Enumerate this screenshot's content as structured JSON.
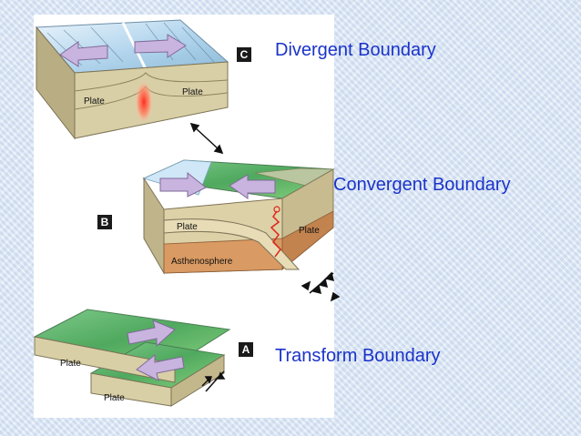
{
  "diagram": {
    "boundaries": {
      "divergent": {
        "tag": "C",
        "caption": "Divergent Boundary"
      },
      "convergent": {
        "tag": "B",
        "caption": "Convergent Boundary"
      },
      "transform": {
        "tag": "A",
        "caption": "Transform Boundary"
      }
    },
    "block_labels": {
      "plate": "Plate",
      "asthenosphere": "Asthenosphere"
    },
    "colors": {
      "caption": "#1a33c9",
      "arrow_fill": "#c8b4de",
      "crust_tan": "#cfc49a",
      "asthenosphere": "#d99a63",
      "land_green": "#5fb86a",
      "ice_blue": "#cfe7f7",
      "magma": "#ff3b2e"
    }
  }
}
